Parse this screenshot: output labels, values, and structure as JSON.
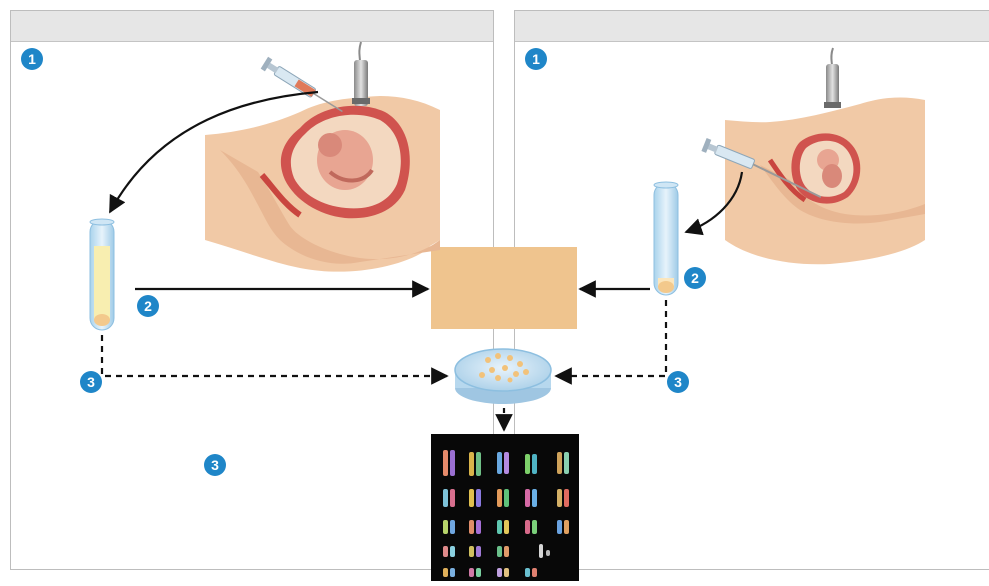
{
  "left_panel": {
    "step1": "1",
    "step2": "2",
    "step3_dish": "3",
    "step3_bottom": "3"
  },
  "right_panel": {
    "step1": "1",
    "step2": "2",
    "step3": "3"
  },
  "colors": {
    "badge": "#1f86c8",
    "panel_header": "#e6e6e6",
    "skin": "#f1c9a6",
    "uterus": "#d0534e",
    "tan_box": "#efc48e",
    "karyotype_bg": "#080808"
  },
  "icons": {
    "syringe": "syringe-icon",
    "ultrasound_probe": "ultrasound-probe-icon",
    "test_tube": "test-tube-icon",
    "petri_dish": "petri-dish-icon"
  }
}
